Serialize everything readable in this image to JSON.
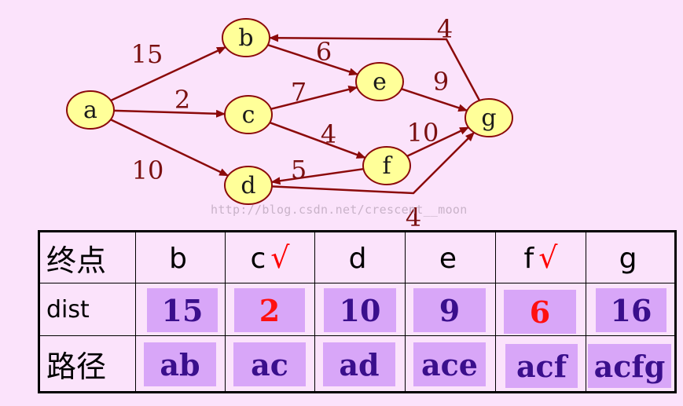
{
  "graph": {
    "nodes": [
      {
        "id": "a",
        "label": "a"
      },
      {
        "id": "b",
        "label": "b"
      },
      {
        "id": "c",
        "label": "c"
      },
      {
        "id": "d",
        "label": "d"
      },
      {
        "id": "e",
        "label": "e"
      },
      {
        "id": "f",
        "label": "f"
      },
      {
        "id": "g",
        "label": "g"
      }
    ],
    "edges": [
      {
        "from": "a",
        "to": "b",
        "weight": "15"
      },
      {
        "from": "a",
        "to": "c",
        "weight": "2"
      },
      {
        "from": "a",
        "to": "d",
        "weight": "10"
      },
      {
        "from": "b",
        "to": "e",
        "weight": "6"
      },
      {
        "from": "c",
        "to": "e",
        "weight": "7"
      },
      {
        "from": "c",
        "to": "f",
        "weight": "4"
      },
      {
        "from": "e",
        "to": "g",
        "weight": "9"
      },
      {
        "from": "f",
        "to": "d",
        "weight": "5"
      },
      {
        "from": "f",
        "to": "g",
        "weight": "10"
      },
      {
        "from": "g",
        "to": "b",
        "weight": "4"
      },
      {
        "from": "d",
        "to": "g",
        "weight": "4"
      }
    ],
    "colors": {
      "node_fill": "#ffff99",
      "edge": "#8b0a0a",
      "weight": "#7a1010"
    }
  },
  "watermark": "http://blog.csdn.net/crescent__moon",
  "table": {
    "row_labels": {
      "endpoint": "终点",
      "dist": "dist",
      "path": "路径"
    },
    "columns": [
      {
        "head": "b",
        "check": "",
        "dist": "15",
        "path": "ab",
        "highlight": false
      },
      {
        "head": "c",
        "check": "√",
        "dist": "2",
        "path": "ac",
        "highlight": true
      },
      {
        "head": "d",
        "check": "",
        "dist": "10",
        "path": "ad",
        "highlight": false
      },
      {
        "head": "e",
        "check": "",
        "dist": "9",
        "path": "ace",
        "highlight": false
      },
      {
        "head": "f",
        "check": "√",
        "dist": "6",
        "path": "acf",
        "highlight": true
      },
      {
        "head": "g",
        "check": "",
        "dist": "16",
        "path": "acfg",
        "highlight": false
      }
    ],
    "colors": {
      "box": "#d8a6f8",
      "value": "#3a0f8c",
      "highlight": "#ff1010"
    }
  }
}
